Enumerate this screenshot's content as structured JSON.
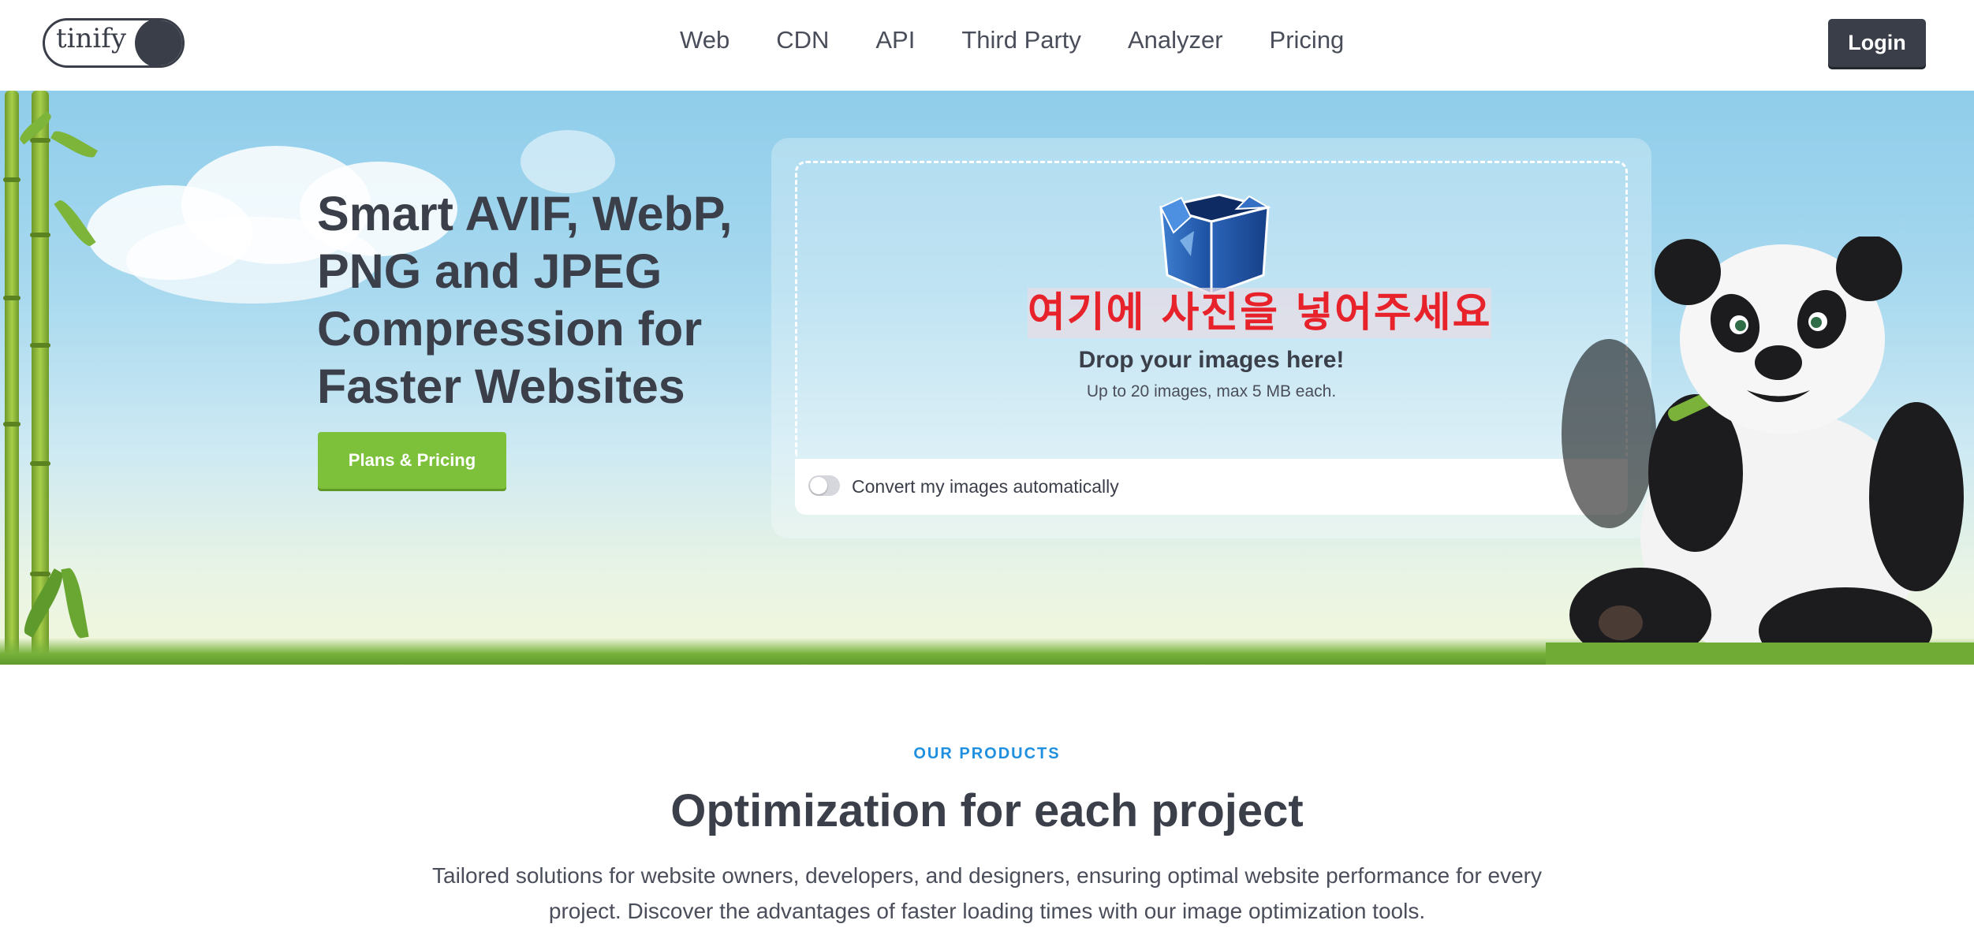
{
  "header": {
    "logo_text": "tinify",
    "nav": [
      "Web",
      "CDN",
      "API",
      "Third Party",
      "Analyzer",
      "Pricing"
    ],
    "login_label": "Login"
  },
  "hero": {
    "title": "Smart AVIF, WebP, PNG and JPEG Compression for Faster Websites",
    "cta_label": "Plans & Pricing",
    "overlay_label": "여기에 사진을 넣어주세요",
    "drop_title": "Drop your images here!",
    "drop_subtitle": "Up to 20 images, max 5 MB each.",
    "convert_label": "Convert my images automatically",
    "convert_enabled": false
  },
  "products": {
    "eyebrow": "OUR PRODUCTS",
    "title": "Optimization for each project",
    "description": "Tailored solutions for website owners, developers, and designers, ensuring optimal website performance for every project. Discover the advantages of faster loading times with our image optimization tools."
  },
  "colors": {
    "primary_dark": "#3a3e49",
    "cta_green": "#7dc13a",
    "eyebrow_blue": "#1f8fe0",
    "overlay_red": "#e8222a"
  },
  "icons": [
    "open-box-icon",
    "panda-mascot",
    "toggle-switch"
  ]
}
